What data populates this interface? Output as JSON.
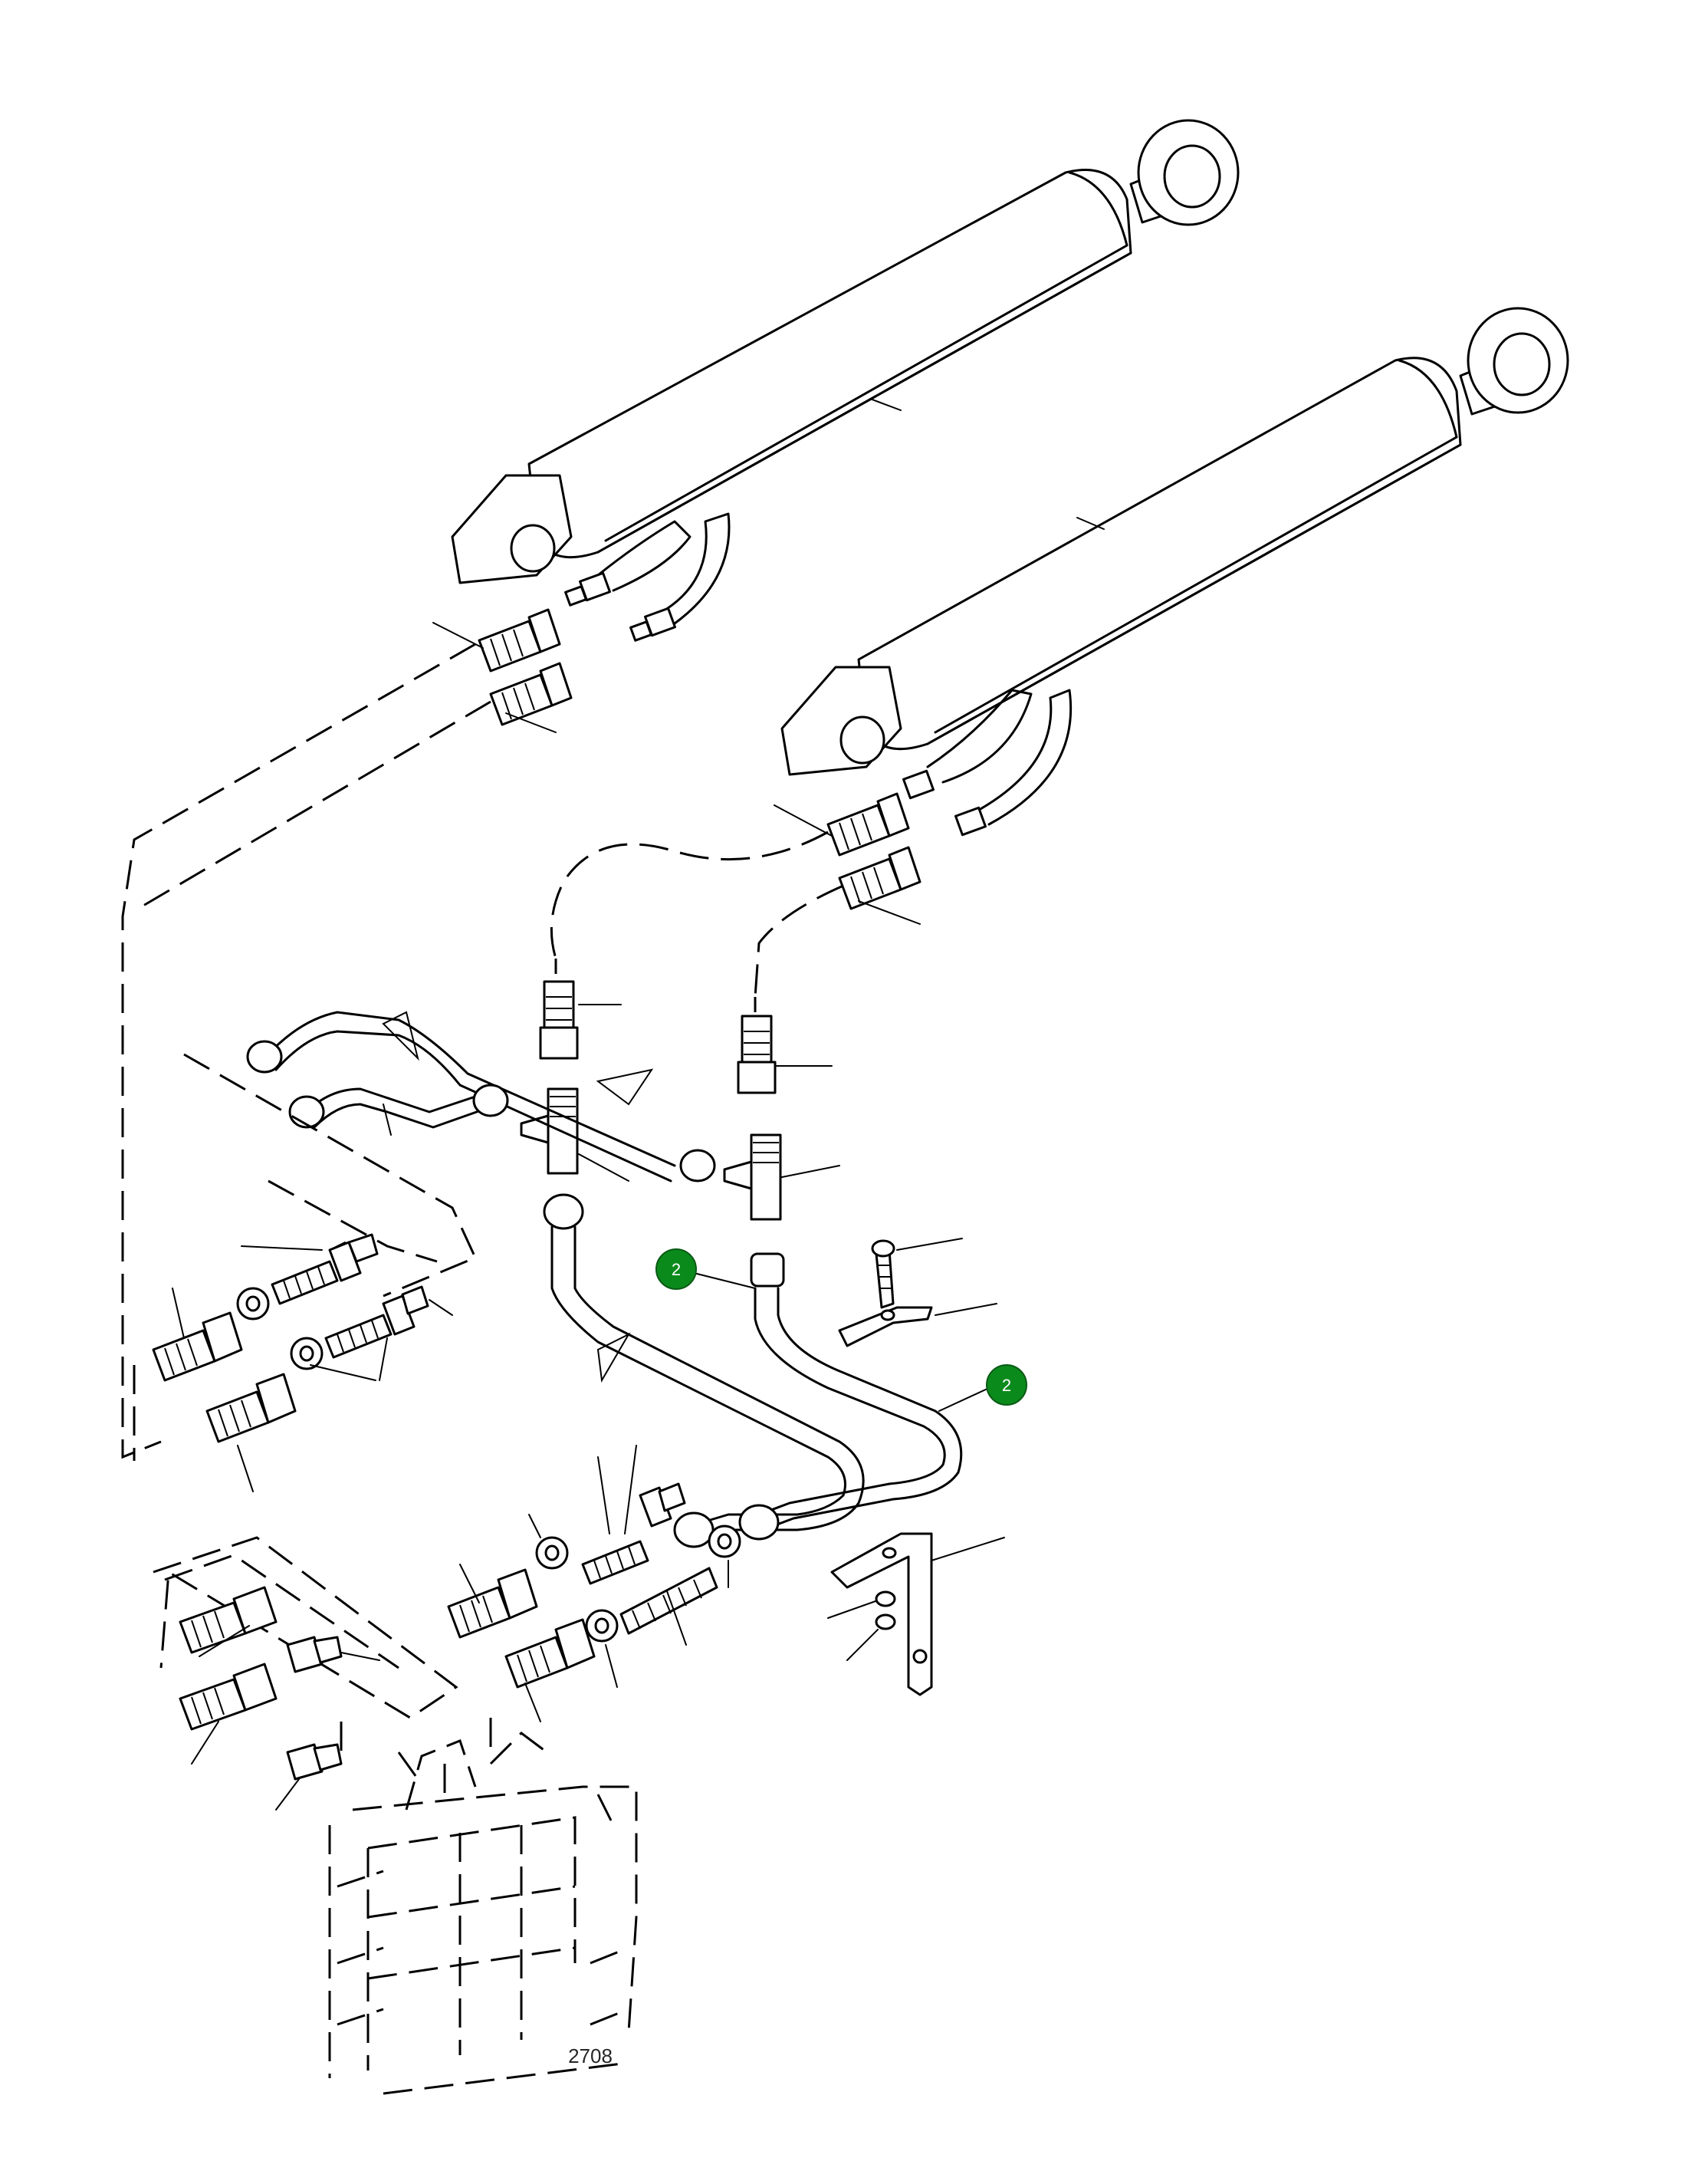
{
  "callouts": [
    {
      "id": "callout-1",
      "label": "2"
    },
    {
      "id": "callout-2",
      "label": "2"
    }
  ],
  "colors": {
    "callout_fill": "#0b8a1c",
    "line": "#000000",
    "background": "#ffffff"
  },
  "footer_fragment": "2708"
}
